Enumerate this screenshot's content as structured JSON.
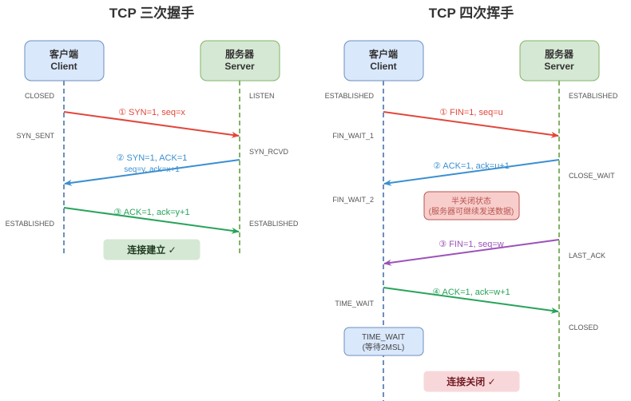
{
  "colors": {
    "client_fill": "#dae8fc",
    "client_stroke": "#6c8ebf",
    "server_fill": "#d5e8d4",
    "server_stroke": "#82b366",
    "lifeline_client": "#6c8ebf",
    "lifeline_server": "#82b366",
    "red": "#e1473b",
    "blue": "#3b8fd0",
    "green": "#27a35a",
    "purple": "#9b52b8"
  },
  "handshake": {
    "title": "TCP 三次握手",
    "client": {
      "line1": "客户端",
      "line2": "Client"
    },
    "server": {
      "line1": "服务器",
      "line2": "Server"
    },
    "client_states": [
      "CLOSED",
      "SYN_SENT",
      "ESTABLISHED"
    ],
    "server_states": [
      "LISTEN",
      "SYN_RCVD",
      "ESTABLISHED"
    ],
    "messages": [
      {
        "label": "① SYN=1, seq=x",
        "label2": "",
        "dir": "c2s",
        "color": "red"
      },
      {
        "label": "② SYN=1, ACK=1",
        "label2": "seq=y, ack=x+1",
        "dir": "s2c",
        "color": "blue"
      },
      {
        "label": "③ ACK=1, ack=y+1",
        "label2": "",
        "dir": "c2s",
        "color": "green"
      }
    ],
    "banner": "连接建立 ✓"
  },
  "wave": {
    "title": "TCP 四次挥手",
    "client": {
      "line1": "客户端",
      "line2": "Client"
    },
    "server": {
      "line1": "服务器",
      "line2": "Server"
    },
    "client_states": [
      "ESTABLISHED",
      "FIN_WAIT_1",
      "FIN_WAIT_2",
      "TIME_WAIT"
    ],
    "server_states": [
      "ESTABLISHED",
      "CLOSE_WAIT",
      "LAST_ACK",
      "CLOSED"
    ],
    "messages": [
      {
        "label": "① FIN=1, seq=u",
        "dir": "c2s",
        "color": "red"
      },
      {
        "label": "② ACK=1, ack=u+1",
        "dir": "s2c",
        "color": "blue"
      },
      {
        "label": "③ FIN=1, seq=w",
        "dir": "s2c",
        "color": "purple"
      },
      {
        "label": "④ ACK=1, ack=w+1",
        "dir": "c2s",
        "color": "green"
      }
    ],
    "half_close_note": {
      "line1": "半关闭状态",
      "line2": "(服务器可继续发送数据)"
    },
    "time_wait_note": {
      "line1": "TIME_WAIT",
      "line2": "(等待2MSL)"
    },
    "banner": "连接关闭 ✓"
  }
}
